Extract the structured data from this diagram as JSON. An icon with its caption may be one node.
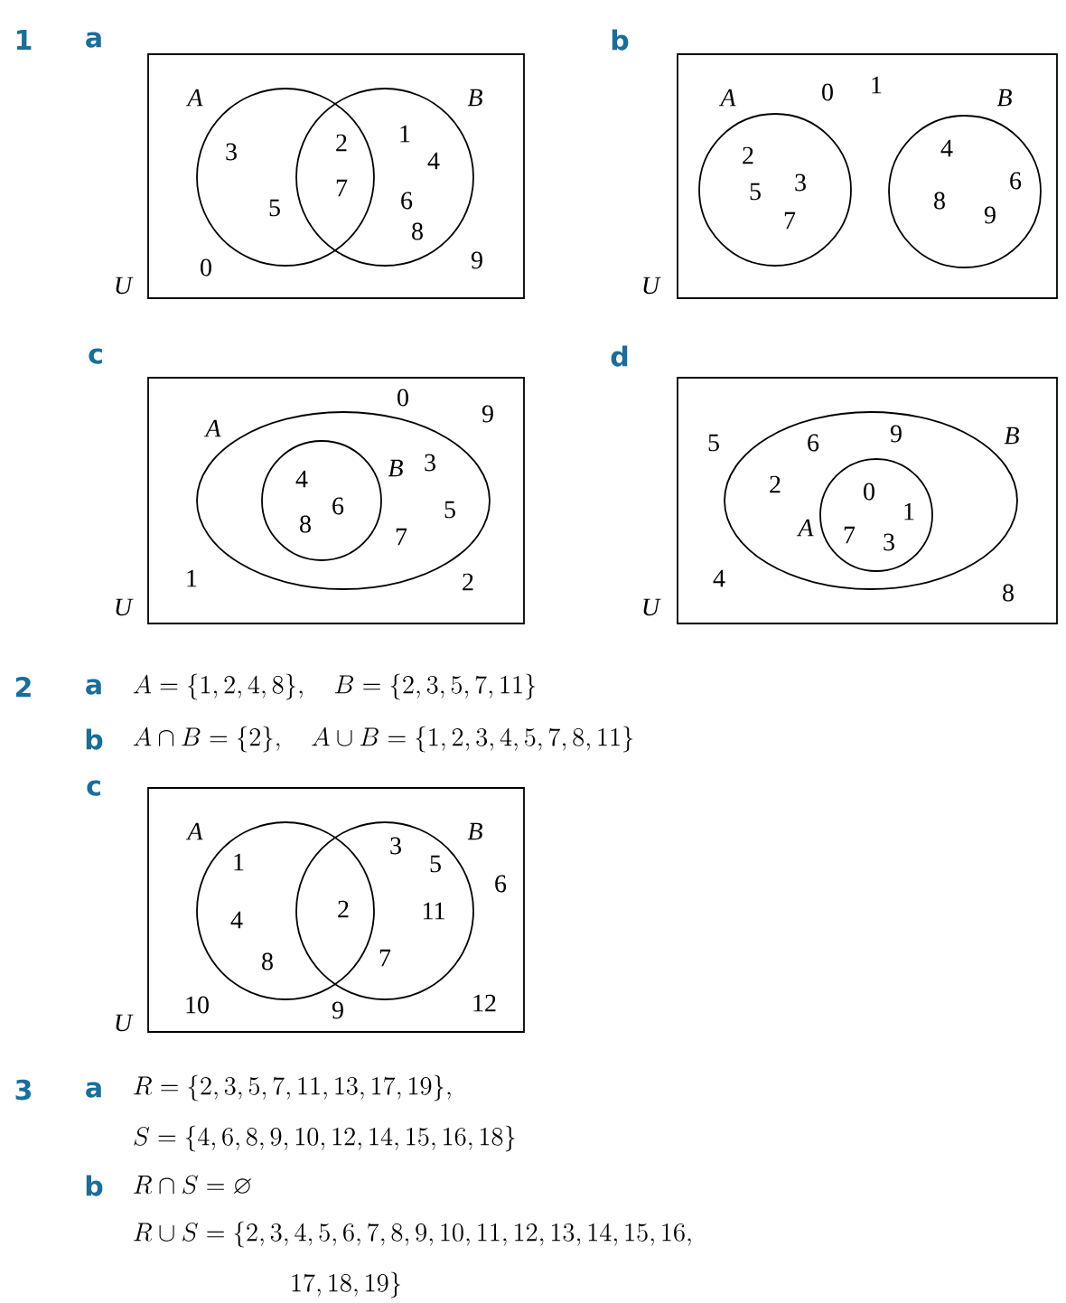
{
  "diagram": {
    "nodes": [
      {
        "text": [
          "U"
        ]
      },
      {
        "text": [
          "A"
        ],
        "in": 0
      },
      {
        "text": [
          "B"
        ],
        "in": 0
      },
      {
        "text": [
          "U"
        ]
      },
      {
        "text": [
          "A"
        ],
        "in": 3
      },
      {
        "text": [
          "B"
        ],
        "in": 3
      },
      {
        "text": [
          "U"
        ]
      },
      {
        "text": [
          "A"
        ],
        "in": 6
      },
      {
        "text": [
          "B"
        ],
        "in": 7
      },
      {
        "text": [
          "U"
        ]
      },
      {
        "text": [
          "B"
        ],
        "in": 9
      },
      {
        "text": [
          "A"
        ],
        "in": 10
      },
      {
        "text": [
          "U"
        ]
      },
      {
        "text": [
          "A"
        ],
        "in": 12
      },
      {
        "text": [
          "B"
        ],
        "in": 12
      }
    ],
    "labels": [
      "1",
      "a",
      "b",
      "1",
      "2",
      "3",
      "4",
      "7",
      "6",
      "5",
      "8",
      "9",
      "0",
      "1",
      "0",
      "4",
      "2",
      "6",
      "3",
      "5",
      "8",
      "9",
      "7",
      "c",
      "d",
      "0",
      "9",
      "3",
      "4",
      "6",
      "5",
      "8",
      "7",
      "1",
      "2",
      "9",
      "5",
      "6",
      "2",
      "0",
      "1",
      "7",
      "3",
      "4",
      "8",
      "2",
      "a",
      "A = \\{1, 2, 4, 8\\},\\quad B = \\{2, 3, 5, 7, 11\\}",
      "b",
      "A \\cap B = \\{2\\},\\quad A \\cup B = \\{1, 2, 3, 4, 5, 7, 8, 11\\}",
      "c",
      "3",
      "5",
      "1",
      "6",
      "2",
      "11",
      "4",
      "7",
      "8",
      "12",
      "10",
      "9",
      "3",
      "a",
      "R = \\{2, 3, 5, 7, 11, 13, 17, 19\\},",
      "S = \\{4, 6, 8, 9, 10, 12, 14, 15, 16, 18\\}",
      "b",
      "R \\cap S = \\varnothing",
      "R \\cup S = \\{2, 3, 4, 5, 6, 7, 8, 9, 10, 11, 12, 13, 14, 15, 16,",
      "17, 18, 19\\}"
    ]
  }
}
